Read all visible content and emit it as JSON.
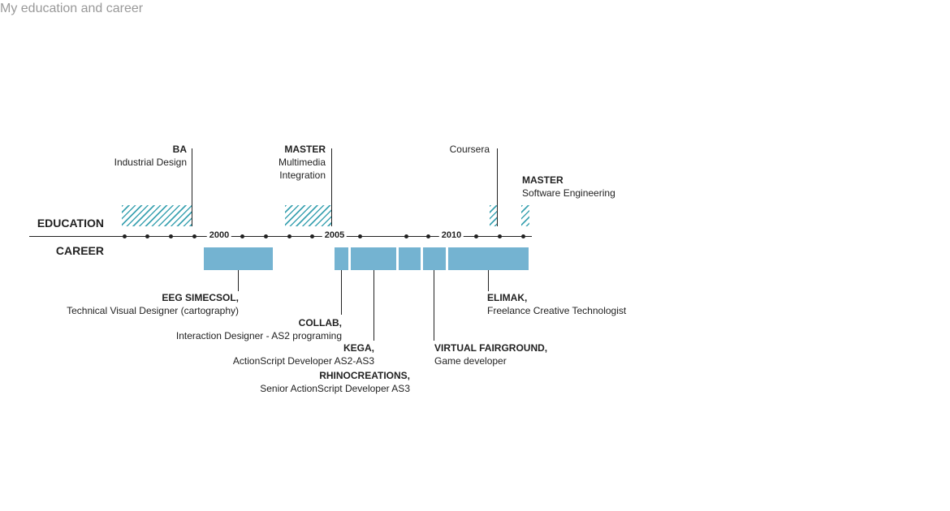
{
  "title": "My education and career",
  "sections": {
    "education": "EDUCATION",
    "career": "CAREER"
  },
  "years": [
    "2000",
    "2005",
    "2010"
  ],
  "education": [
    {
      "title": "BA",
      "lines": [
        "Industrial Design"
      ]
    },
    {
      "title": "MASTER",
      "lines": [
        "Multimedia",
        "Integration"
      ]
    },
    {
      "title": "",
      "lines": [
        "Coursera"
      ]
    },
    {
      "title": "MASTER",
      "lines": [
        "Software Engineering"
      ]
    }
  ],
  "career": [
    {
      "title": "EEG SIMECSOL,",
      "desc": "Technical Visual Designer (cartography)"
    },
    {
      "title": "COLLAB,",
      "desc": "Interaction Designer - AS2 programing"
    },
    {
      "title": "KEGA,",
      "desc": "ActionScript Developer AS2-AS3"
    },
    {
      "title": "RHINOCREATIONS,",
      "desc": "Senior ActionScript Developer AS3"
    },
    {
      "title": "VIRTUAL FAIRGROUND,",
      "desc": "Game developer"
    },
    {
      "title": "ELIMAK,",
      "desc": "Freelance Creative Technologist"
    }
  ],
  "colors": {
    "education_hatch": "#3da3b2",
    "career_fill": "#74b3d1",
    "axis": "#222222",
    "title": "#999999"
  }
}
